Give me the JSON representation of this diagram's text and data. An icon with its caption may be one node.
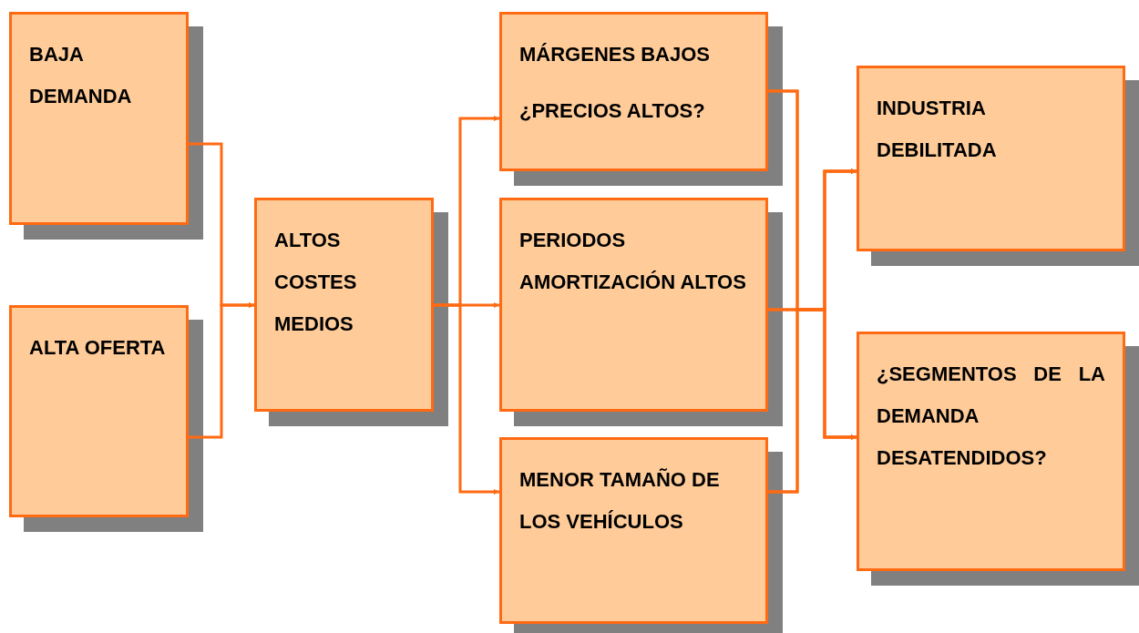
{
  "diagram": {
    "nodes": [
      {
        "text": [
          "BAJA DEMANDA"
        ]
      },
      {
        "text": [
          "ALTA OFERTA"
        ]
      },
      {
        "text": [
          "ALTOS COSTES MEDIOS"
        ]
      },
      {
        "text": [
          "MÁRGENES BAJOS",
          "¿PRECIOS ALTOS?"
        ]
      },
      {
        "text": [
          "PERIODOS AMORTIZACIÓN ALTOS"
        ]
      },
      {
        "text": [
          "MENOR TAMAÑO DE LOS VEHÍCULOS"
        ]
      },
      {
        "text": [
          "INDUSTRIA DEBILITADA"
        ]
      },
      {
        "text": [
          "¿SEGMENTOS DE LA DEMANDA DESATENDIDOS?"
        ]
      }
    ],
    "edges": [
      {
        "from": 0,
        "to": 2,
        "arrow": "to"
      },
      {
        "from": 1,
        "to": 2,
        "arrow": "to"
      },
      {
        "from": 2,
        "to": 3,
        "arrow": "to"
      },
      {
        "from": 2,
        "to": 4,
        "arrow": "to"
      },
      {
        "from": 2,
        "to": 5,
        "arrow": "to"
      },
      {
        "from": 3,
        "to": 6,
        "arrow": "to"
      },
      {
        "from": 3,
        "to": 7,
        "arrow": "to"
      },
      {
        "from": 4,
        "to": 6,
        "arrow": "to"
      },
      {
        "from": 4,
        "to": 7,
        "arrow": "to"
      },
      {
        "from": 5,
        "to": 6,
        "arrow": "to"
      },
      {
        "from": 5,
        "to": 7,
        "arrow": "to"
      }
    ]
  }
}
